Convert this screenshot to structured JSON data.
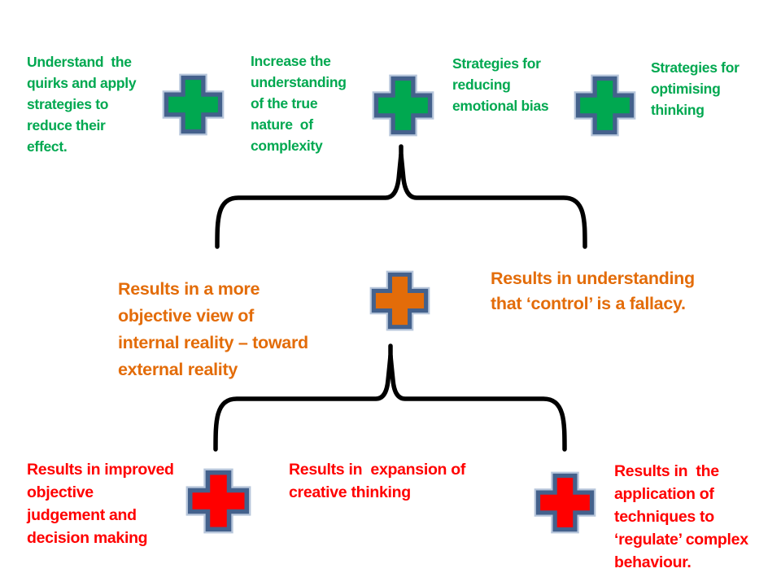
{
  "palette": {
    "green": "#00A850",
    "orange": "#E36C09",
    "red": "#FF0000",
    "cross_outline": "#44618C",
    "cross_halo": "#B7C6DB",
    "brace": "#000000"
  },
  "top_row": {
    "texts": [
      {
        "text": "Understand  the\nquirks and apply\nstrategies to\nreduce their\neffect."
      },
      {
        "text": "Increase the\nunderstanding\nof the true\nnature  of\ncomplexity"
      },
      {
        "text": "Strategies for\nreducing\nemotional bias"
      },
      {
        "text": "Strategies for\noptimising\nthinking"
      }
    ],
    "cross_color": "#00A850"
  },
  "middle_row": {
    "left_text": "Results in a more\nobjective view of\ninternal reality – toward\nexternal reality",
    "right_text": "Results in understanding\nthat ‘control’ is a fallacy.",
    "cross_color": "#E36C09"
  },
  "bottom_row": {
    "texts": [
      {
        "text": "Results in improved\nobjective\njudgement and\ndecision making"
      },
      {
        "text": "Results in  expansion of\ncreative thinking"
      },
      {
        "text": "Results in  the\napplication of\ntechniques to\n‘regulate’ complex\nbehaviour."
      }
    ],
    "cross_color": "#FF0000"
  }
}
